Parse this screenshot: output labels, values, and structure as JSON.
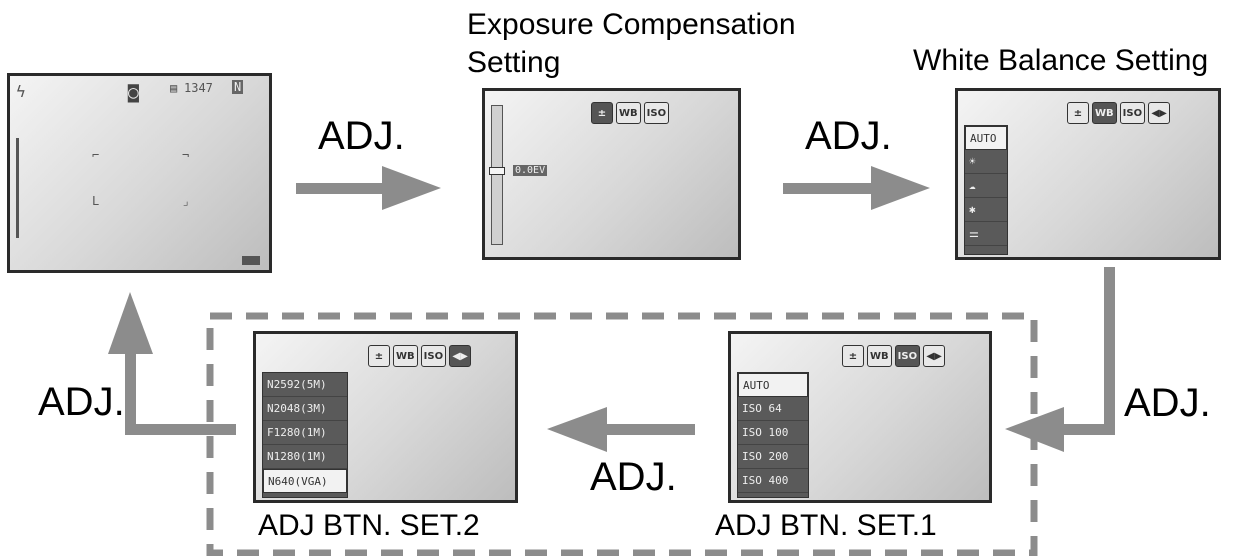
{
  "titles": {
    "exposure_line1": "Exposure Compensation",
    "exposure_line2": "Setting",
    "white_balance": "White Balance Setting"
  },
  "flow_labels": {
    "adj_1": "ADJ.",
    "adj_2": "ADJ.",
    "adj_3": "ADJ.",
    "adj_4": "ADJ.",
    "adj_5": "ADJ."
  },
  "captions": {
    "set1": "ADJ BTN. SET.1",
    "set2": "ADJ BTN. SET.2"
  },
  "screen_live": {
    "shots_remaining": "1347",
    "mode": "N"
  },
  "screen_exposure": {
    "icons": [
      "±",
      "WB",
      "ISO"
    ],
    "value": "0.0EV"
  },
  "screen_wb": {
    "icons": [
      "±",
      "WB",
      "ISO",
      "◀▶"
    ],
    "options": [
      "AUTO",
      "☀",
      "☁",
      "✱",
      "⚌"
    ]
  },
  "screen_set1": {
    "icons": [
      "±",
      "WB",
      "ISO",
      "◀▶"
    ],
    "options": [
      "AUTO",
      "ISO 64",
      "ISO 100",
      "ISO 200",
      "ISO 400"
    ]
  },
  "screen_set2": {
    "icons": [
      "±",
      "WB",
      "ISO",
      "◀▶"
    ],
    "options": [
      "N2592(5M)",
      "N2048(3M)",
      "F1280(1M)",
      "N1280(1M)",
      "N640(VGA)"
    ]
  },
  "colors": {
    "arrow": "#8c8c8c",
    "dashed_border": "#8c8c8c",
    "screen_border": "#2a2a2a"
  }
}
